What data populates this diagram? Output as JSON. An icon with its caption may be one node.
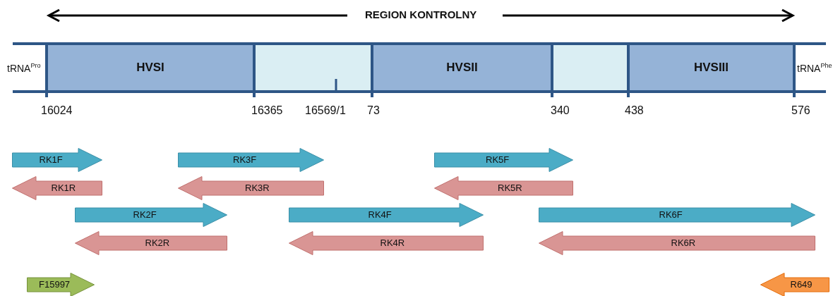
{
  "diagram": {
    "nodes": [
      {
        "text": [
          "tRNA$^{Pro}$"
        ]
      },
      {
        "text": [
          "HVSI"
        ]
      },
      {
        "text": [],
        "shape": "box"
      },
      {
        "text": [
          "HVSII"
        ]
      },
      {
        "text": [],
        "shape": "box"
      },
      {
        "text": [
          "HVSIII"
        ]
      },
      {
        "text": [
          "tRNA$^{Phe}$"
        ]
      },
      {
        "text": [
          "RK1F"
        ]
      },
      {
        "text": [
          "RK3F"
        ]
      },
      {
        "text": [
          "RK5F"
        ]
      },
      {
        "text": [
          "RK1R"
        ]
      },
      {
        "text": [
          "RK3R"
        ]
      },
      {
        "text": [
          "RK5R"
        ]
      },
      {
        "text": [
          "RK2F"
        ]
      },
      {
        "text": [
          "RK4F"
        ]
      },
      {
        "text": [
          "RK6F"
        ]
      },
      {
        "text": [
          "RK2R"
        ]
      },
      {
        "text": [
          "RK4R"
        ]
      },
      {
        "text": [
          "RK6R"
        ]
      },
      {
        "text": [
          "F15997"
        ]
      },
      {
        "text": [
          "R649"
        ]
      }
    ],
    "edges": [],
    "labels": [
      "REGION KONTROLNY",
      "16024",
      "16365",
      "16569/1",
      "73",
      "340",
      "438",
      "576"
    ]
  }
}
